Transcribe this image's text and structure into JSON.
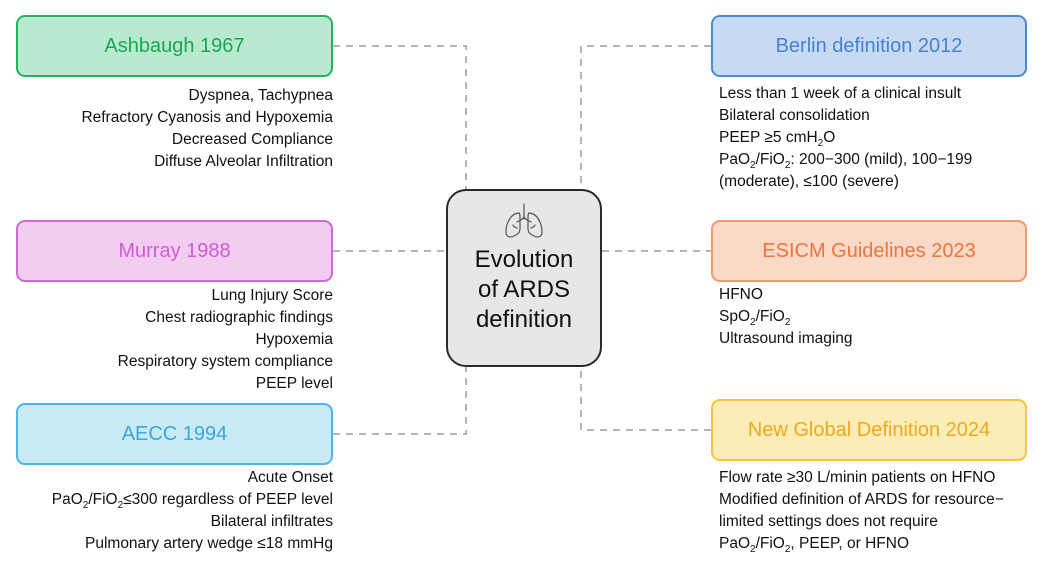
{
  "center": {
    "icon": "lungs-icon",
    "title_lines": [
      "Evolution",
      "of ARDS",
      "definition"
    ]
  },
  "nodes": {
    "ashbaugh": {
      "title": "Ashbaugh 1967",
      "items": [
        "Dyspnea, Tachypnea",
        "Refractory Cyanosis and Hypoxemia",
        "Decreased Compliance",
        "Diffuse Alveolar Infiltration"
      ],
      "color": "#1aa752",
      "fill": "#b8ead0"
    },
    "murray": {
      "title": "Murray 1988",
      "items": [
        "Lung Injury Score",
        "Chest radiographic findings",
        "Hypoxemia",
        "Respiratory system compliance",
        "PEEP level"
      ],
      "color": "#cc5fd0",
      "fill": "#f3cdf1"
    },
    "aecc": {
      "title": "AECC 1994",
      "items": [
        "Acute Onset",
        "PaO2/FiO2≤300 regardless of PEEP level",
        "Bilateral infiltrates",
        "Pulmonary artery wedge ≤18 mmHg"
      ],
      "color": "#3aa7dc",
      "fill": "#c9eaf5"
    },
    "berlin": {
      "title": "Berlin definition 2012",
      "items": [
        "Less than 1 week of a clinical insult",
        "Bilateral consolidation",
        "PEEP ≥5 cmH2O",
        "PaO2/FiO2: 200−300 (mild), 100−199",
        "(moderate), ≤100 (severe)"
      ],
      "color": "#4682d2",
      "fill": "#c6daf3"
    },
    "esicm": {
      "title": "ESICM Guidelines 2023",
      "items": [
        "HFNO",
        "SpO2/FiO2",
        "Ultrasound imaging"
      ],
      "color": "#e8763e",
      "fill": "#fbd9c7"
    },
    "global": {
      "title": "New Global Definition 2024",
      "items": [
        "Flow rate ≥30 L/minin patients on HFNO",
        "Modified definition of ARDS for resource−",
        "limited settings does not require",
        "PaO2/FiO2, PEEP, or HFNO"
      ],
      "color": "#eea81d",
      "fill": "#fcedb7"
    }
  }
}
